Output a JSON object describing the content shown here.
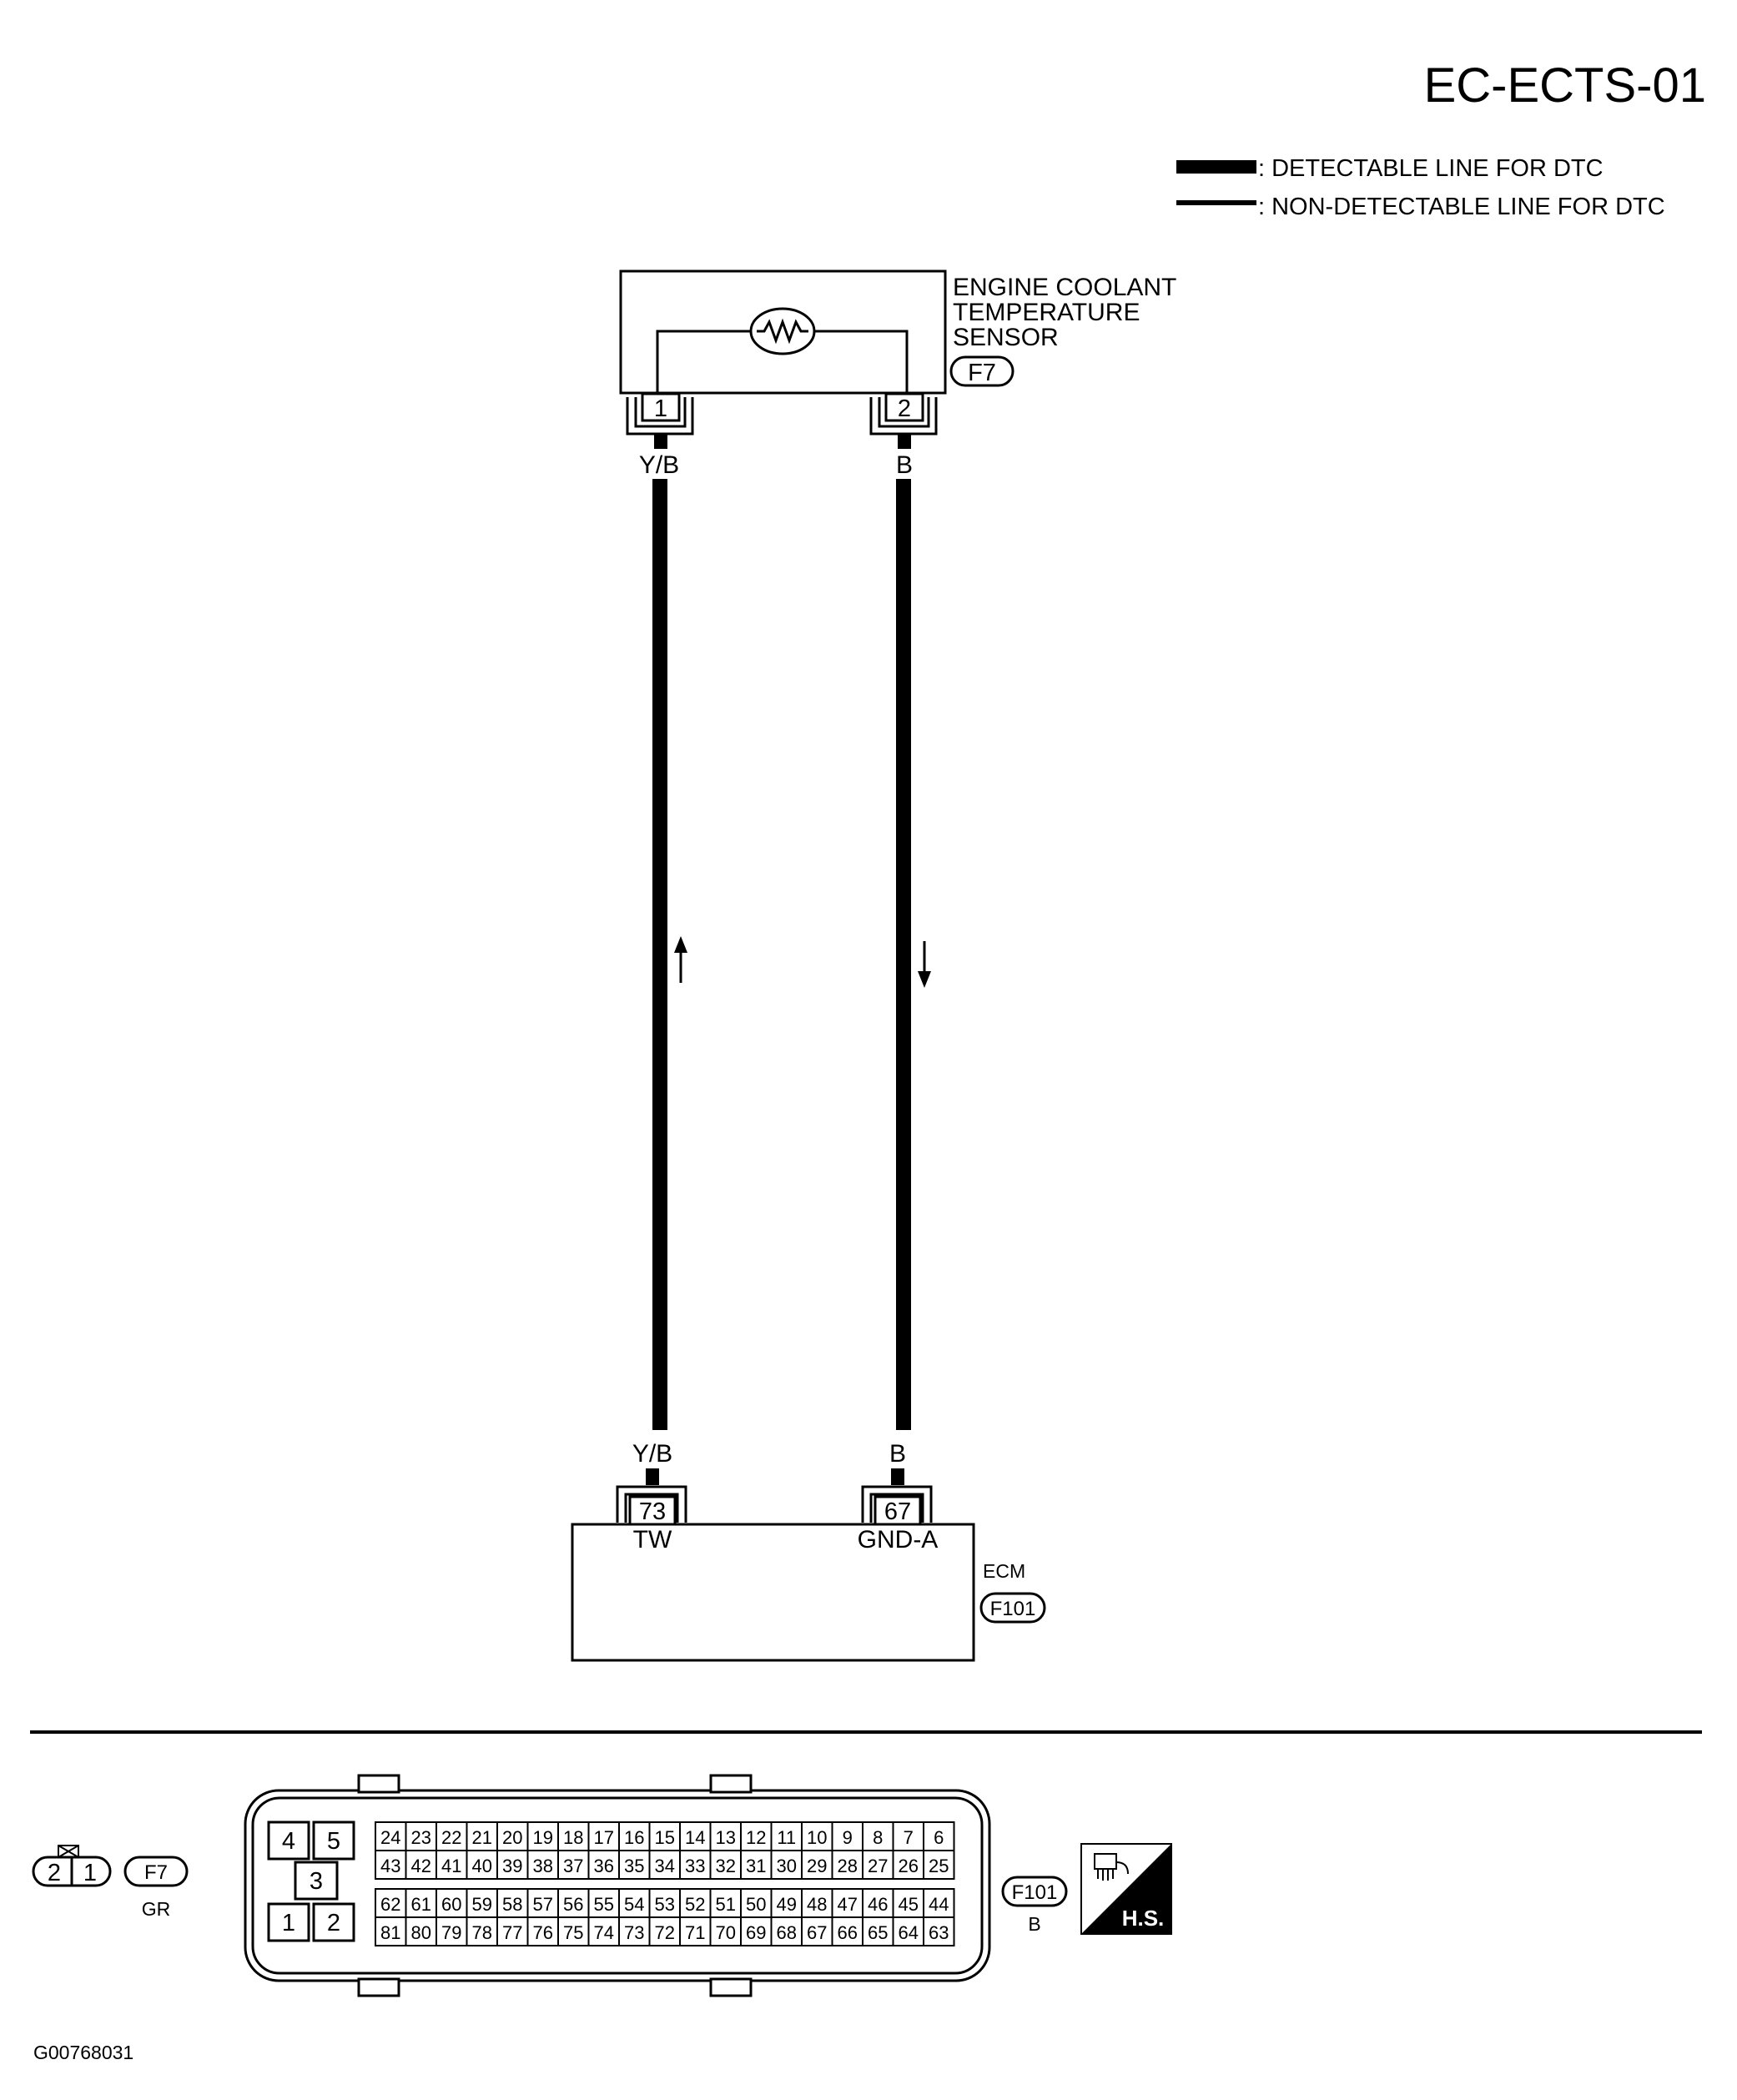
{
  "page_code": "EC-ECTS-01",
  "legend": {
    "detectable": ": DETECTABLE LINE FOR DTC",
    "non_detectable": ": NON-DETECTABLE LINE FOR DTC"
  },
  "sensor": {
    "name_line1": "ENGINE COOLANT",
    "name_line2": "TEMPERATURE",
    "name_line3": "SENSOR",
    "connector": "F7",
    "pin_left": "1",
    "pin_right": "2"
  },
  "wires": {
    "left_color_top": "Y/B",
    "right_color_top": "B",
    "left_color_bottom": "Y/B",
    "right_color_bottom": "B"
  },
  "ecm": {
    "name": "ECM",
    "connector": "F101",
    "pin_left": "73",
    "pin_right": "67",
    "term_left": "TW",
    "term_right": "GND-A"
  },
  "connector_views": {
    "f7_pins": [
      "2",
      "1"
    ],
    "f7_label": "F7",
    "f7_color": "GR",
    "f101_small_pins": [
      "4",
      "5",
      "3",
      "1",
      "2"
    ],
    "f101_row1": [
      "24",
      "23",
      "22",
      "21",
      "20",
      "19",
      "18",
      "17",
      "16",
      "15",
      "14",
      "13",
      "12",
      "11",
      "10",
      "9",
      "8",
      "7",
      "6"
    ],
    "f101_row2": [
      "43",
      "42",
      "41",
      "40",
      "39",
      "38",
      "37",
      "36",
      "35",
      "34",
      "33",
      "32",
      "31",
      "30",
      "29",
      "28",
      "27",
      "26",
      "25"
    ],
    "f101_row3": [
      "62",
      "61",
      "60",
      "59",
      "58",
      "57",
      "56",
      "55",
      "54",
      "53",
      "52",
      "51",
      "50",
      "49",
      "48",
      "47",
      "46",
      "45",
      "44"
    ],
    "f101_row4": [
      "81",
      "80",
      "79",
      "78",
      "77",
      "76",
      "75",
      "74",
      "73",
      "72",
      "71",
      "70",
      "69",
      "68",
      "67",
      "66",
      "65",
      "64",
      "63"
    ],
    "f101_label": "F101",
    "f101_color": "B",
    "hs_label": "H.S."
  },
  "figure_code": "G00768031"
}
